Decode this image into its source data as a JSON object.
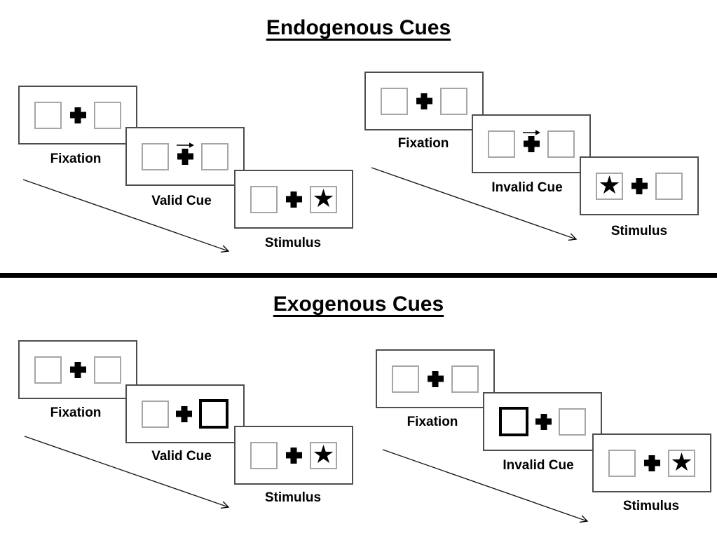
{
  "colors": {
    "background": "#ffffff",
    "panel_border": "#4d4d4d",
    "box_border": "#a6a6a6",
    "cue_highlight_border": "#000000",
    "divider": "#000000",
    "text": "#000000"
  },
  "icons": {
    "star_glyph": "★",
    "cue_arrow": "right-arrow",
    "fixation_cross": "plus"
  },
  "sections": [
    {
      "title": "Endogenous Cues",
      "sequences": [
        {
          "name": "valid",
          "panels": [
            {
              "label": "Fixation",
              "left_box": "plain",
              "right_box": "plain",
              "arrow_cue": false
            },
            {
              "label": "Valid Cue",
              "left_box": "plain",
              "right_box": "plain",
              "arrow_cue": true
            },
            {
              "label": "Stimulus",
              "left_box": "plain",
              "right_box": "star",
              "arrow_cue": false
            }
          ]
        },
        {
          "name": "invalid",
          "panels": [
            {
              "label": "Fixation",
              "left_box": "plain",
              "right_box": "plain",
              "arrow_cue": false
            },
            {
              "label": "Invalid Cue",
              "left_box": "plain",
              "right_box": "plain",
              "arrow_cue": true
            },
            {
              "label": "Stimulus",
              "left_box": "star",
              "right_box": "plain",
              "arrow_cue": false
            }
          ]
        }
      ]
    },
    {
      "title": "Exogenous Cues",
      "sequences": [
        {
          "name": "valid",
          "panels": [
            {
              "label": "Fixation",
              "left_box": "plain",
              "right_box": "plain",
              "arrow_cue": false
            },
            {
              "label": "Valid Cue",
              "left_box": "plain",
              "right_box": "thick",
              "arrow_cue": false
            },
            {
              "label": "Stimulus",
              "left_box": "plain",
              "right_box": "star",
              "arrow_cue": false
            }
          ]
        },
        {
          "name": "invalid",
          "panels": [
            {
              "label": "Fixation",
              "left_box": "plain",
              "right_box": "plain",
              "arrow_cue": false
            },
            {
              "label": "Invalid Cue",
              "left_box": "thick",
              "right_box": "plain",
              "arrow_cue": false
            },
            {
              "label": "Stimulus",
              "left_box": "plain",
              "right_box": "star",
              "arrow_cue": false
            }
          ]
        }
      ]
    }
  ]
}
